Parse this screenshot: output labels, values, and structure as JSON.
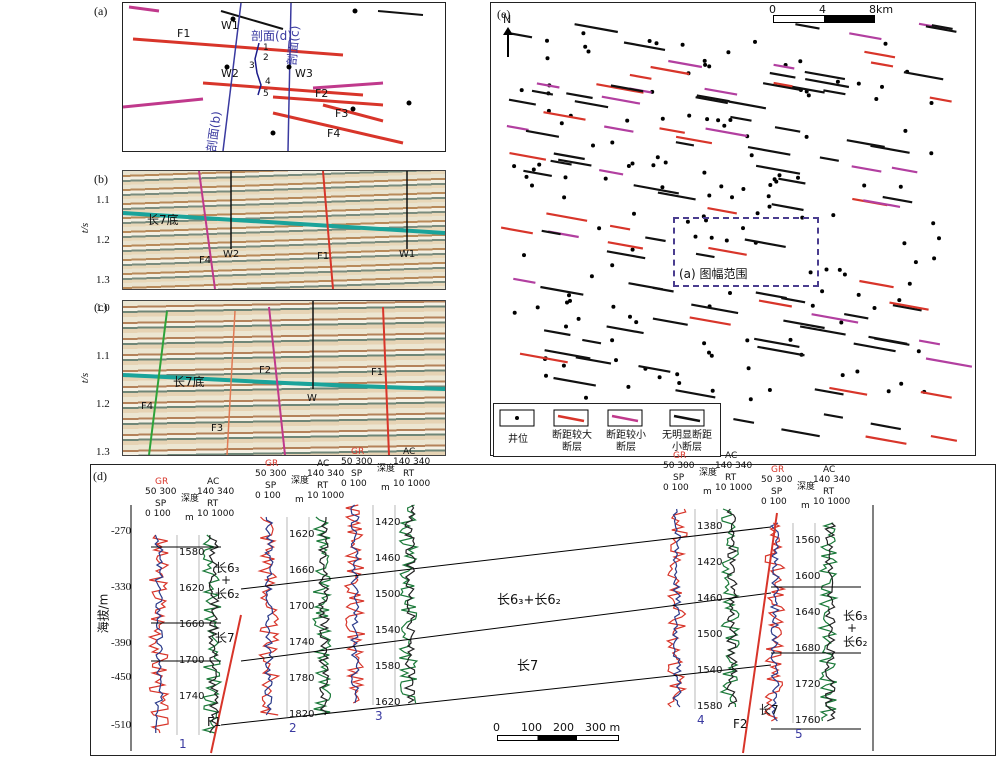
{
  "panel_a": {
    "label": "(a)",
    "faults": [
      "F1",
      "F2",
      "F3",
      "F4"
    ],
    "wells": [
      "W1",
      "W2",
      "W3"
    ],
    "points": [
      "1",
      "2",
      "3",
      "4",
      "5"
    ],
    "section_b": "剖面(b)",
    "section_c": "剖面(c)",
    "section_d": "剖面(d)"
  },
  "panel_b": {
    "label": "(b)",
    "ylabel": "t/s",
    "yticks": [
      "1.1",
      "1.2",
      "1.3"
    ],
    "horizon": "长7底",
    "annotations": [
      "F4",
      "W2",
      "F1",
      "W1"
    ]
  },
  "panel_c": {
    "label": "(c)",
    "ylabel": "t/s",
    "yticks": [
      "1.0",
      "1.1",
      "1.2",
      "1.3"
    ],
    "horizon": "长7底",
    "annotations": [
      "F4",
      "F3",
      "F2",
      "W",
      "F1"
    ]
  },
  "panel_e": {
    "label": "(e)",
    "north": "N",
    "scale": [
      "0",
      "4",
      "8km"
    ],
    "box_label": "(a) 图幅范围",
    "legend": [
      "井位",
      "断距较大断层",
      "断距较小断层",
      "无明显断距小断层"
    ]
  },
  "panel_d": {
    "label": "(d)",
    "ylabel": "海拔/m",
    "yticks": [
      "-270",
      "-330",
      "-390",
      "-450",
      "-510"
    ],
    "curve_labels": {
      "gr": "GR",
      "gr_range": "50  300",
      "sp": "SP",
      "sp_range": "0   100",
      "ac": "AC",
      "ac_range": "140 340",
      "rt": "RT",
      "rt_range": "10  1000",
      "depth": "深度",
      "depth_unit": "m"
    },
    "wells": [
      {
        "name": "1",
        "depths": [
          "1580",
          "1620",
          "1660",
          "1700",
          "1740"
        ]
      },
      {
        "name": "2",
        "depths": [
          "1620",
          "1660",
          "1700",
          "1740",
          "1780",
          "1820"
        ]
      },
      {
        "name": "3",
        "depths": [
          "1420",
          "1460",
          "1500",
          "1540",
          "1580",
          "1620"
        ]
      },
      {
        "name": "4",
        "depths": [
          "1380",
          "1420",
          "1460",
          "1500",
          "1540",
          "1580"
        ]
      },
      {
        "name": "5",
        "depths": [
          "1560",
          "1600",
          "1640",
          "1680",
          "1720",
          "1760"
        ]
      }
    ],
    "faults": [
      "F1",
      "F2"
    ],
    "units": [
      "长6₃+长6₂",
      "长7"
    ],
    "well1_units": [
      "长6₃",
      "+",
      "长6₂",
      "长7"
    ],
    "well5_units": [
      "长6₃",
      "+",
      "长6₂",
      "长7"
    ],
    "scale": [
      "0",
      "100",
      "200",
      "300 m"
    ]
  }
}
